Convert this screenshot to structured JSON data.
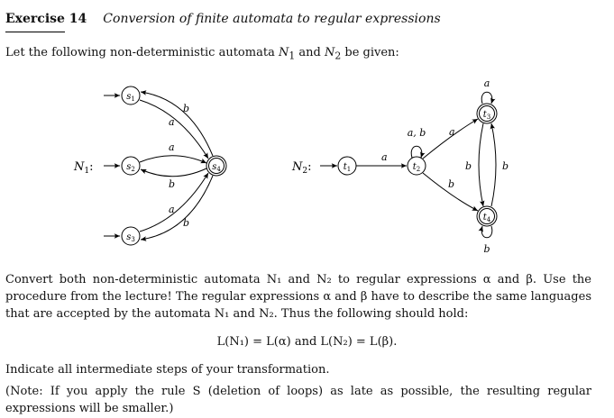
{
  "header": {
    "exercise": "Exercise 14",
    "title": "Conversion of finite automata to regular expressions"
  },
  "intro": {
    "text1": "Let the following non-deterministic automata",
    "n1": "N",
    "sub1": "1",
    "and": "and",
    "n2": "N",
    "sub2": "2",
    "text2": "be given:"
  },
  "automaton1": {
    "label": "N",
    "label_sub": "1",
    "label_colon": ":",
    "states": [
      {
        "name": "s",
        "sub": "1"
      },
      {
        "name": "s",
        "sub": "2"
      },
      {
        "name": "s",
        "sub": "3"
      },
      {
        "name": "s",
        "sub": "4"
      }
    ],
    "edge_labels": {
      "s4_s1": "b",
      "s1_s4": "a",
      "s2_s4_top": "a",
      "s4_s2_bottom": "b",
      "s3_s4": "a",
      "s4_s3": "b"
    }
  },
  "automaton2": {
    "label": "N",
    "label_sub": "2",
    "label_colon": ":",
    "states": [
      {
        "name": "t",
        "sub": "1"
      },
      {
        "name": "t",
        "sub": "2"
      },
      {
        "name": "t",
        "sub": "3"
      },
      {
        "name": "t",
        "sub": "4"
      }
    ],
    "edge_labels": {
      "t1_t2": "a",
      "t2_loop": "a, b",
      "t2_t3": "a",
      "t2_t4": "b",
      "t3_loop": "a",
      "t3_t4": "b",
      "t4_t3": "b",
      "t4_loop": "b"
    }
  },
  "para1": "Convert both non-deterministic automata N₁ and N₂ to regular expressions α and β. Use the procedure from the lecture! The regular expressions α and β have to describe the same languages that are accepted by the automata N₁ and N₂. Thus the following should hold:",
  "formula": "L(N₁) = L(α)    and    L(N₂) = L(β).",
  "para2": "Indicate all intermediate steps of your transformation.",
  "para3": "(Note: If you apply the rule S (deletion of loops) as late as possible, the resulting regular expressions will be smaller.)"
}
